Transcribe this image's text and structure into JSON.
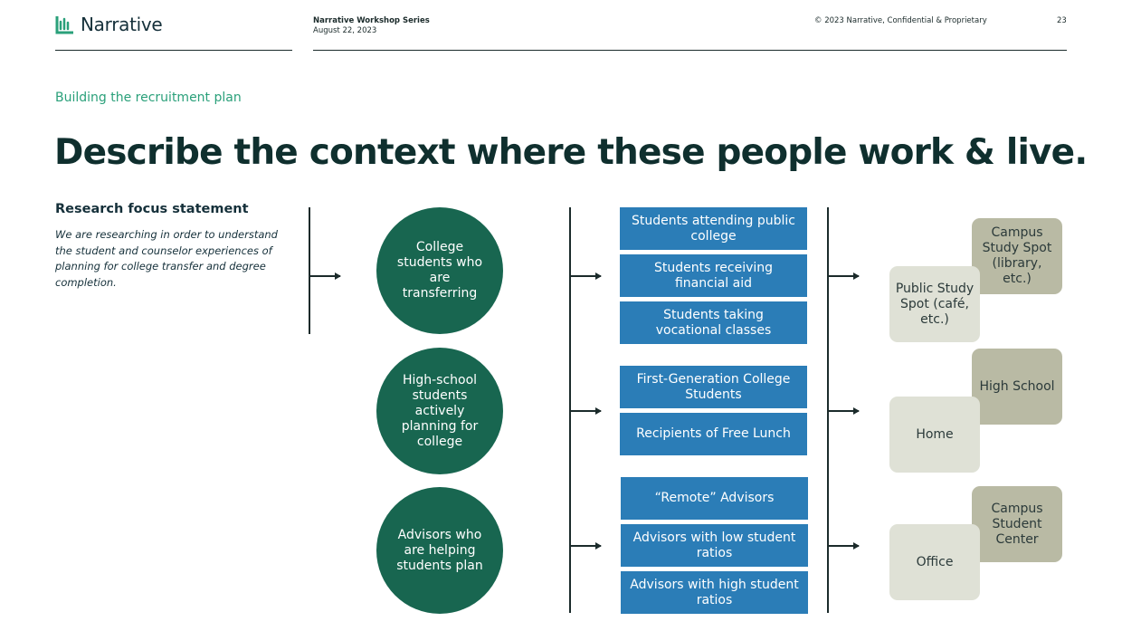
{
  "header": {
    "brand": "Narrative",
    "series_title": "Narrative Workshop Series",
    "series_date": "August 22, 2023",
    "copyright": "© 2023 Narrative, Confidential & Proprietary",
    "page_number": "23"
  },
  "eyebrow": "Building the recruitment plan",
  "title": "Describe the context where these people work & live.",
  "focus": {
    "heading": "Research focus statement",
    "text": "We are researching in order to understand the student and counselor experiences of planning for college transfer and degree completion."
  },
  "groups": [
    {
      "circle": "College students who are transferring",
      "segments": [
        "Students attending public college",
        "Students receiving financial aid",
        "Students taking vocational classes"
      ],
      "places": [
        "Public Study Spot (café, etc.)",
        "Campus Study Spot (library, etc.)"
      ]
    },
    {
      "circle": "High-school students actively planning for college",
      "segments": [
        "First-Generation College Students",
        "Recipients of Free Lunch"
      ],
      "places": [
        "Home",
        "High School"
      ]
    },
    {
      "circle": "Advisors who are helping students plan",
      "segments": [
        "“Remote” Advisors",
        "Advisors with low student ratios",
        "Advisors with high student ratios"
      ],
      "places": [
        "Office",
        "Campus Student Center"
      ]
    }
  ],
  "colors": {
    "circle": "#186650",
    "segment": "#2b7db7",
    "place_light": "#dfe1d6",
    "place_dark": "#b9baa4",
    "accent": "#2aa07a"
  }
}
